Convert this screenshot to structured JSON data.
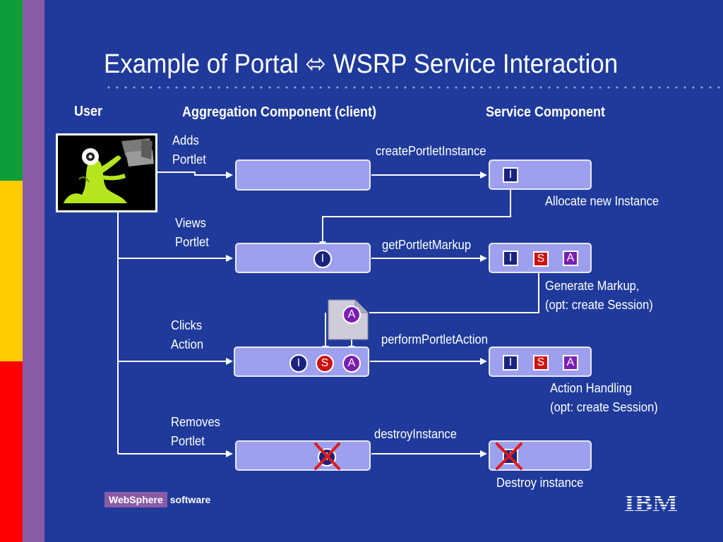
{
  "colors": {
    "background": "#1f3a9b",
    "stripe_green": "#0f9d3a",
    "stripe_yellow": "#ffcc00",
    "stripe_red": "#ff0000",
    "sidebar_purple": "#8a5ca8",
    "box_fill": "#9da0ee",
    "instance": "#1a237e",
    "session": "#cc1111",
    "action": "#7a1fb0",
    "cross": "#e01818"
  },
  "title": "Example of Portal ⬄ WSRP Service Interaction",
  "columns": {
    "user": "User",
    "aggregation": "Aggregation Component (client)",
    "service": "Service Component"
  },
  "steps": [
    {
      "user_action": [
        "Adds",
        "Portlet"
      ],
      "call": "createPortletInstance",
      "service_note": [
        "Allocate new Instance"
      ]
    },
    {
      "user_action": [
        "Views",
        "Portlet"
      ],
      "call": "getPortletMarkup",
      "service_note": [
        "Generate Markup,",
        "(opt: create Session)"
      ]
    },
    {
      "user_action": [
        "Clicks",
        "Action"
      ],
      "call": "performPortletAction",
      "service_note": [
        "Action Handling",
        "(opt: create Session)"
      ]
    },
    {
      "user_action": [
        "Removes",
        "Portlet"
      ],
      "call": "destroyInstance",
      "service_note": [
        "Destroy instance"
      ]
    }
  ],
  "badges": {
    "instance": "I",
    "session": "S",
    "action": "A"
  },
  "footer": {
    "brand_box": "WebSphere",
    "brand_text": "software",
    "logo": "IBM"
  }
}
